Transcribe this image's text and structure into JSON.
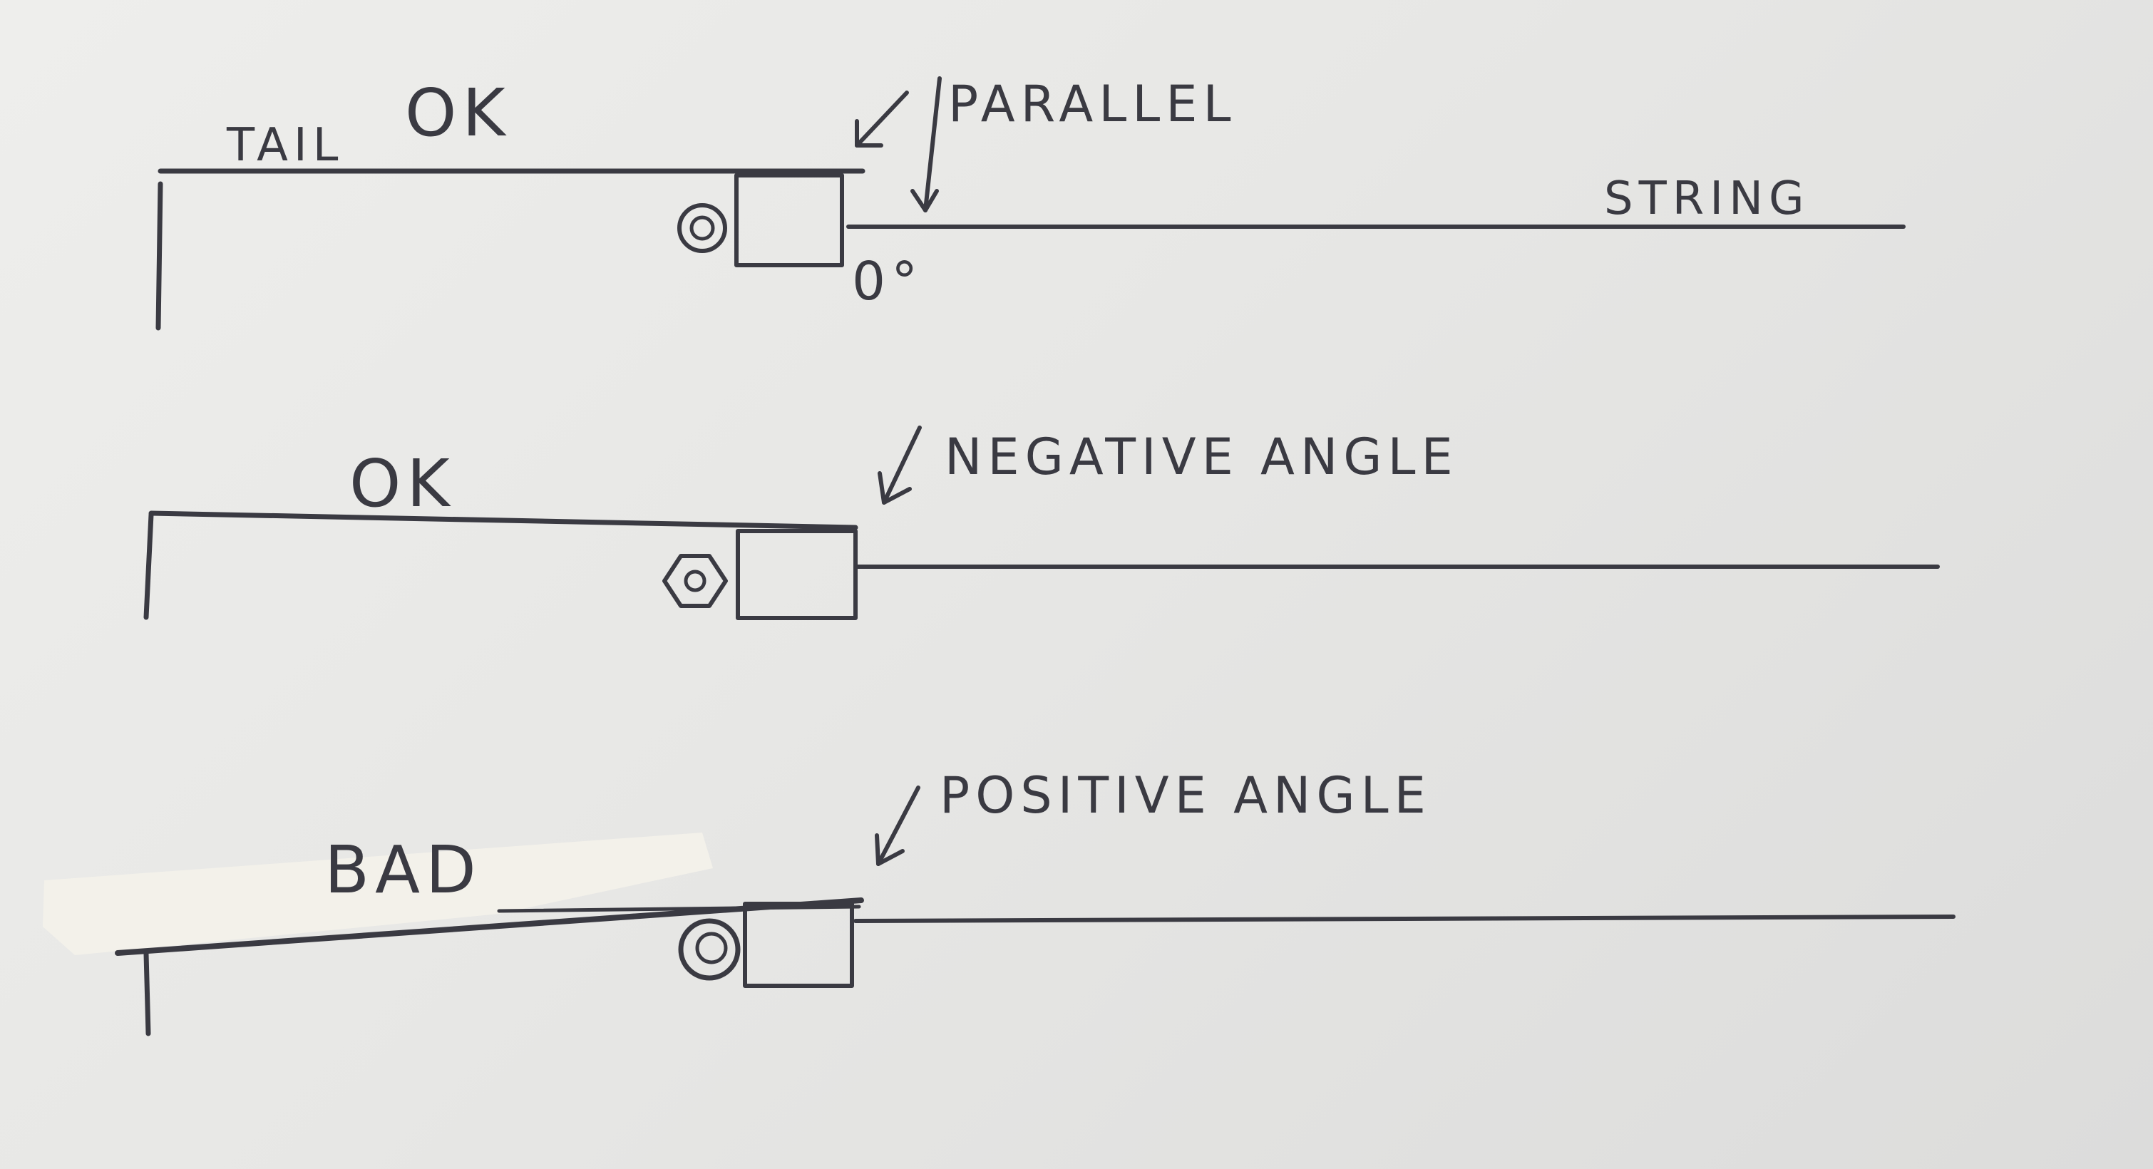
{
  "diagram": {
    "panel_top": {
      "tail_label": "TAIL",
      "status_label": "OK",
      "callout_label": "PARALLEL",
      "string_label": "STRING",
      "angle_label": "0°"
    },
    "panel_middle": {
      "status_label": "OK",
      "callout_label": "NEGATIVE ANGLE"
    },
    "panel_bottom": {
      "status_label": "BAD",
      "callout_label": "POSITIVE ANGLE"
    }
  },
  "colors": {
    "paper": "#e9e8e6",
    "ink": "#3a3a42",
    "tape": "#f4f2ea"
  }
}
